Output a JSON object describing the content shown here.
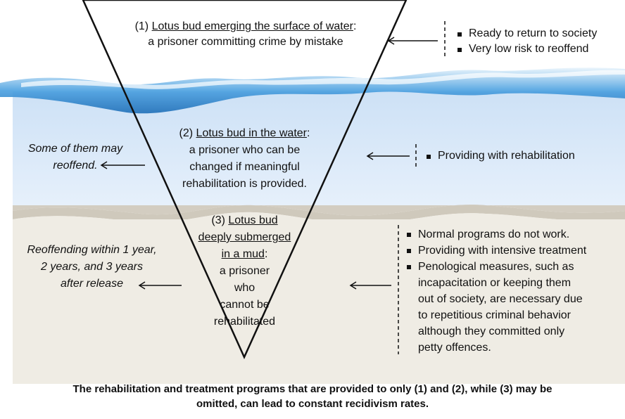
{
  "levels": {
    "top": {
      "num": "(1) ",
      "title": "Lotus bud emerging the surface of water",
      "sep": ":",
      "desc": "a prisoner committing crime by mistake",
      "bullets": [
        "Ready to return to society",
        "Very low risk to reoffend"
      ]
    },
    "middle": {
      "num": "(2) ",
      "title": "Lotus bud in the water",
      "sep": ":",
      "desc_lines": [
        "a prisoner who can be",
        "changed if meaningful",
        "rehabilitation is provided."
      ],
      "left_note_lines": [
        "Some of them may",
        "reoffend."
      ],
      "bullets": [
        "Providing with rehabilitation"
      ]
    },
    "bottom": {
      "num": "(3) ",
      "title_lines": [
        "Lotus bud",
        "deeply submerged",
        "in a mud"
      ],
      "sep": ":",
      "desc_lines": [
        "a prisoner",
        "who",
        "cannot be",
        "rehabilitated"
      ],
      "left_note_lines": [
        "Reoffending within 1 year,",
        "2 years, and 3 years",
        "after release"
      ],
      "bullets": [
        "Normal programs do not work.",
        "Providing with intensive treatment",
        "Penological measures, such as incapacitation or keeping them out of society, are necessary due to repetitious criminal behavior although they committed only petty offences."
      ],
      "bullet3_lines": [
        "Penological measures, such as",
        "incapacitation or keeping them",
        "out of society, are necessary due",
        "to repetitious criminal behavior",
        "although they committed only",
        "petty offences."
      ]
    }
  },
  "caption_lines": [
    "The rehabilitation and treatment programs that are provided to only (1) and (2), while (3) may be",
    "omitted, can lead to constant recidivism rates."
  ],
  "colors": {
    "water_top": "#cfe3f7",
    "water_bottom": "#e3eefa",
    "wave": "#3a8fd6",
    "mud_band": "#cfc9bd",
    "mud": "#eeebe3",
    "line": "#111111"
  }
}
